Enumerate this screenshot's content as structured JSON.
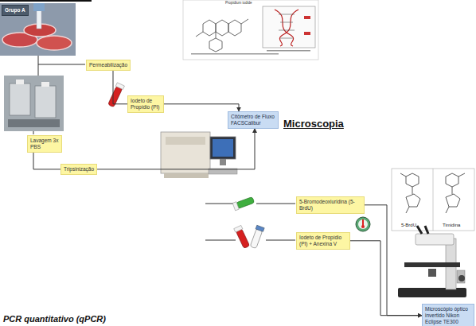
{
  "diagram": {
    "nodes": [
      {
        "text": [
          "Grupo A"
        ]
      },
      {
        "text": [
          "Permeabilização"
        ]
      },
      {
        "text": [
          "Iodeto de Propídio (PI)"
        ]
      },
      {
        "text": [
          "Citômetro de Fluxo FACSCalibur"
        ]
      },
      {
        "text": [
          "Lavagem 3x PBS"
        ]
      },
      {
        "text": [
          "Tripsinização"
        ]
      },
      {
        "text": [
          "5-Bromodeoxiuridina (5-BrdU)"
        ]
      },
      {
        "text": [
          "Iodeto de Propídio (PI) + Anexina V"
        ]
      },
      {
        "text": [
          "Microscópio óptico invertido Nikon Eclipse TE300"
        ]
      }
    ],
    "edges": [
      {
        "from": 1,
        "to": 2,
        "arrow": "none"
      },
      {
        "from": 2,
        "to": 3,
        "arrow": "to"
      },
      {
        "from": 4,
        "to": 5,
        "arrow": "none"
      },
      {
        "from": 5,
        "to": 3,
        "arrow": "to"
      },
      {
        "from": 6,
        "to": 8,
        "arrow": "to"
      },
      {
        "from": 7,
        "to": 8,
        "arrow": "to"
      }
    ],
    "labels": [
      "Microscopia",
      "Propidium iodide",
      "5-BrdU",
      "Timidina",
      "PCR quantitativo (qPCR)"
    ]
  }
}
